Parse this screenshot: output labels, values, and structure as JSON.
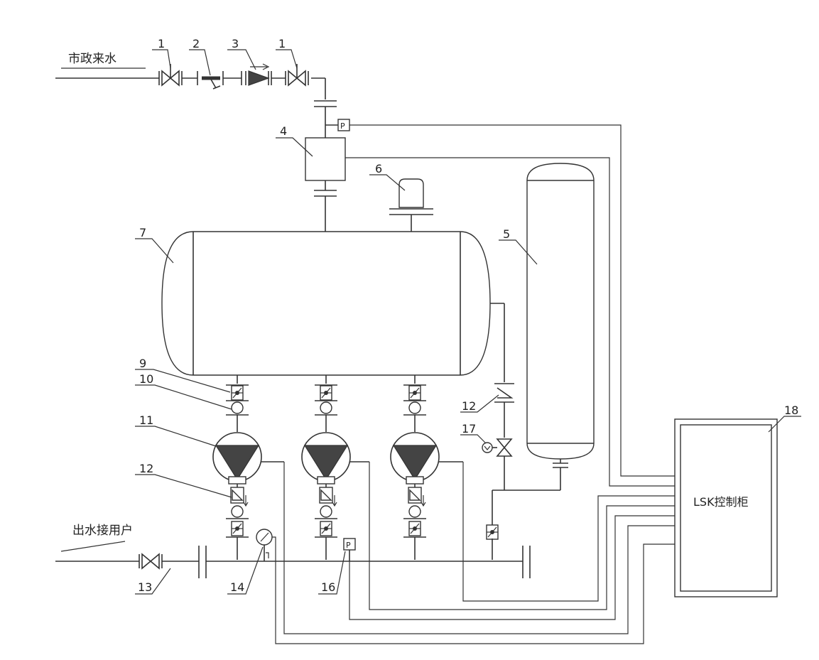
{
  "labels": {
    "inlet": "市政来水",
    "outlet": "出水接用户",
    "cabinet": "LSK控制柜",
    "pressure": "P"
  },
  "callouts": {
    "c1a": "1",
    "c2": "2",
    "c3": "3",
    "c1b": "1",
    "c4": "4",
    "c6": "6",
    "c5": "5",
    "c7": "7",
    "c9": "9",
    "c10": "10",
    "c11": "11",
    "c12a": "12",
    "c12b": "12",
    "c17": "17",
    "c18": "18",
    "c13": "13",
    "c14": "14",
    "c16": "16"
  }
}
